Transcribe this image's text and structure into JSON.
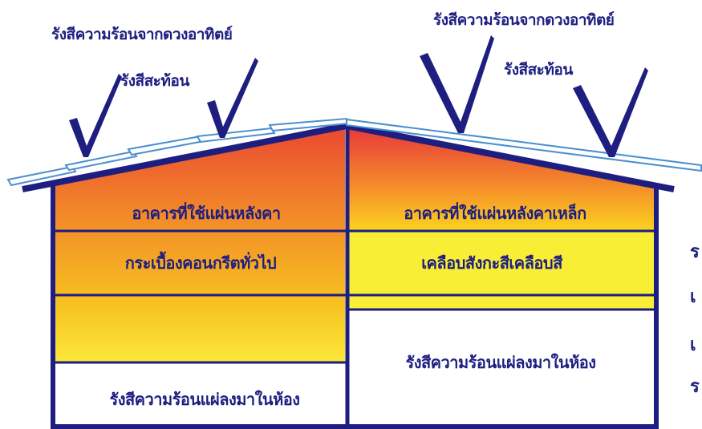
{
  "labels": {
    "left_sun_radiation": "รังสีความร้อนจากดวงอาทิตย์",
    "left_reflected": "รังสีสะท้อน",
    "right_sun_radiation": "รังสีความร้อนจากดวงอาทิตย์",
    "right_reflected": "รังสีสะท้อน",
    "left_building_line1": "อาคารที่ใช้แผ่นหลังคา",
    "left_building_line2": "กระเบื้องคอนกรีตทั่วไป",
    "right_building_line1": "อาคารที่ใช้แผ่นหลังคาเหล็ก",
    "right_building_line2": "เคลือบสังกะสีเคลือบสี",
    "left_room_heat": "รังสีความร้อนแผ่ลงมาในห้อง",
    "right_room_heat": "รังสีความร้อนแผ่ลงมาในห้อง"
  },
  "side_fragments": [
    "ร",
    "เ",
    "เ",
    "ร"
  ],
  "colors": {
    "outline": "#1d1e80",
    "roof_line": "#4a8fd0",
    "heat_red": "#e83a3a",
    "heat_orange": "#f28a24",
    "heat_yellow": "#f8ec2c"
  }
}
